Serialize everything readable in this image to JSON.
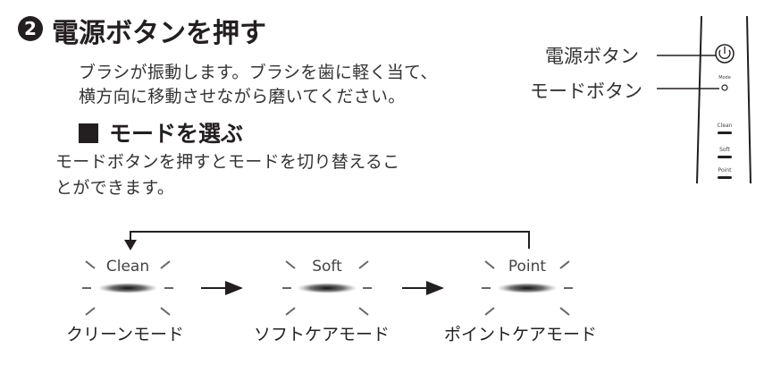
{
  "step": {
    "number": "2",
    "title": "電源ボタンを押す",
    "body_lines": [
      "ブラシが振動します。ブラシを歯に軽く当て、",
      "横方向に移動させながら磨いてください。"
    ]
  },
  "mode_section": {
    "heading": "モードを選ぶ",
    "body_lines": [
      "モードボタンを押すとモードを切り替えるこ",
      "とができます。"
    ]
  },
  "device": {
    "callouts": [
      "電源ボタン",
      "モードボタン"
    ],
    "small_labels": [
      "Mode",
      "Clean",
      "Soft",
      "Point"
    ]
  },
  "modes": [
    {
      "led": "Clean",
      "name": "クリーンモード"
    },
    {
      "led": "Soft",
      "name": "ソフトケアモード"
    },
    {
      "led": "Point",
      "name": "ポイントケアモード"
    }
  ],
  "colors": {
    "ink": "#231f20",
    "led_glow": "#1a1a1a"
  }
}
